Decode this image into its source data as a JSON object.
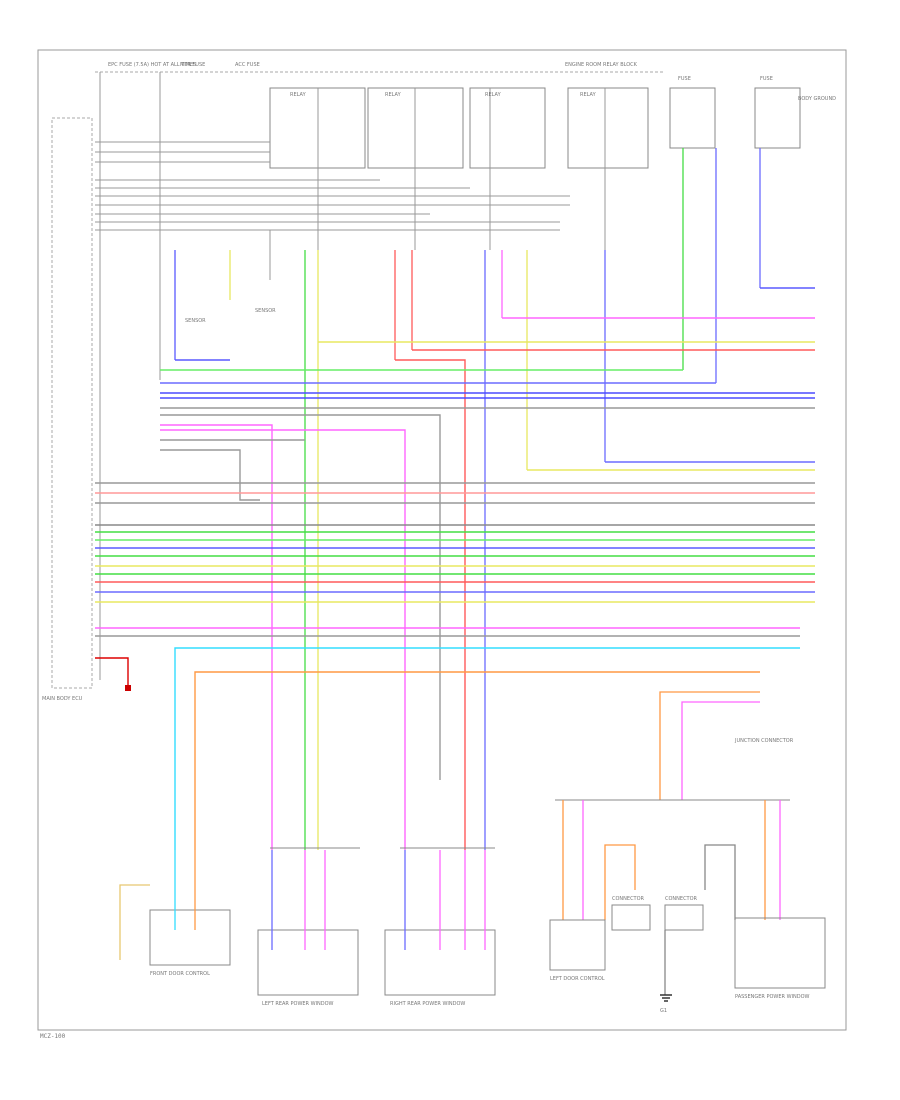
{
  "footer_code": "MCZ-100",
  "components": {
    "top_left_a": "EPC FUSE (7.5A) HOT AT ALL TIMES",
    "top_left_b": "MTR FUSE",
    "top_left_c": "ACC FUSE",
    "relay_1": "RELAY",
    "relay_2": "RELAY",
    "relay_3": "RELAY",
    "relay_4": "RELAY",
    "top_right_header": "ENGINE ROOM RELAY BLOCK",
    "fuse_r1": "FUSE",
    "fuse_r2": "FUSE",
    "right_note": "BODY GROUND",
    "ecu_main": "MAIN BODY ECU",
    "sensor_a": "SENSOR",
    "sensor_b": "SENSOR",
    "junction_r": "JUNCTION CONNECTOR",
    "front_door_ctrl": "FRONT DOOR CONTROL",
    "lft_rear_power": "LEFT REAR POWER WINDOW",
    "rgt_rear_power": "RIGHT REAR POWER WINDOW",
    "lft_door_ctrl": "LEFT DOOR CONTROL",
    "connector_1": "CONNECTOR",
    "connector_2": "CONNECTOR",
    "passenger_ctrl": "PASSENGER POWER WINDOW",
    "ground_g1": "G1"
  }
}
